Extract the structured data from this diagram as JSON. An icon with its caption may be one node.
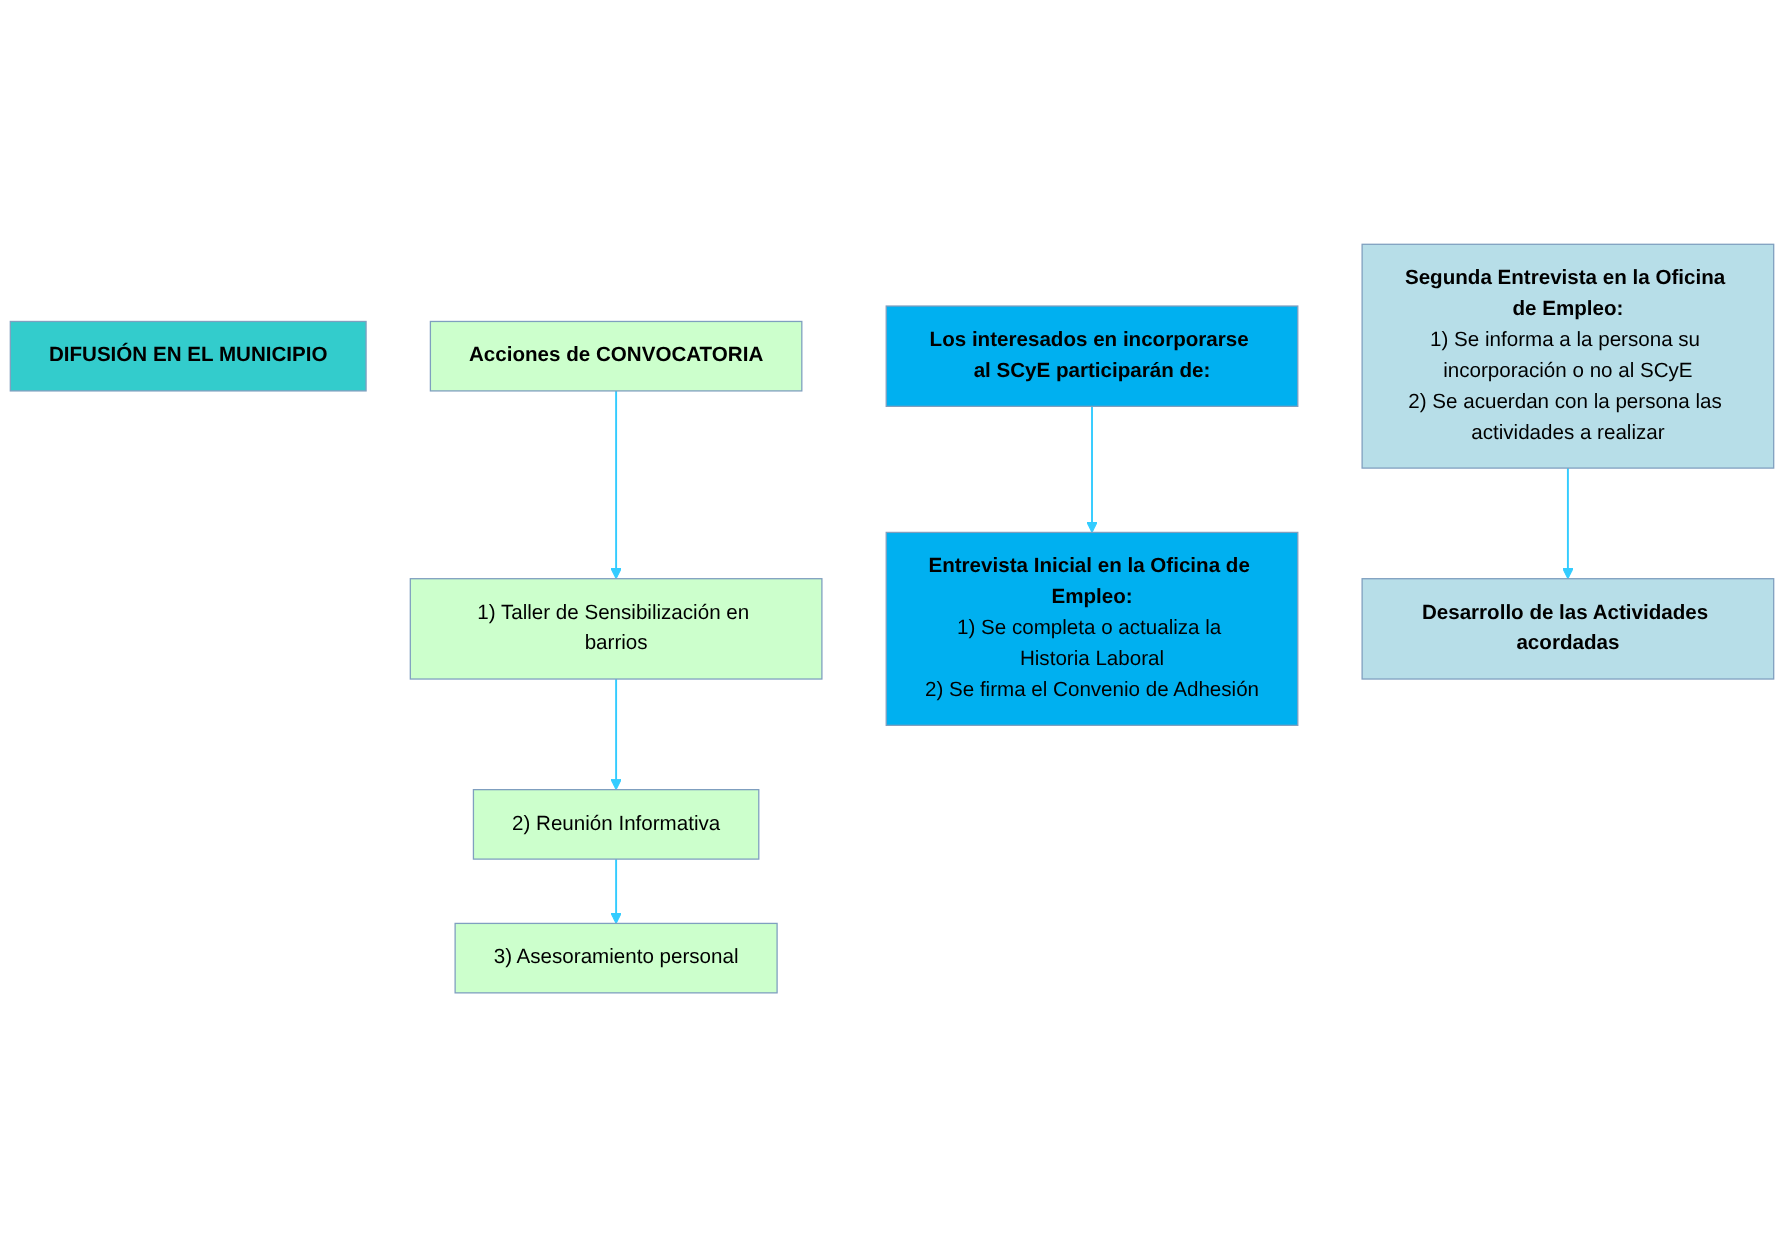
{
  "diagram": {
    "nodes": [
      {
        "text": [
          "DIFUSIÓN EN EL MUNICIPIO"
        ]
      },
      {
        "text": [
          "Acciones de CONVOCATORIA"
        ]
      },
      {
        "text": [
          "1) Taller de Sensibilización en barrios"
        ]
      },
      {
        "text": [
          "2) Reunión Informativa"
        ]
      },
      {
        "text": [
          "3) Asesoramiento personal"
        ]
      },
      {
        "text": [
          "Los interesados en incorporarse al SCyE participarán de:"
        ]
      },
      {
        "text": [
          "Entrevista Inicial en la Oficina de Empleo:",
          "1) Se completa o actualiza la Historia Laboral",
          "2) Se firma el Convenio de Adhesión"
        ]
      },
      {
        "text": [
          "Segunda Entrevista en la Oficina de Empleo:",
          "1) Se informa a la persona su incorporación o no al SCyE",
          "2) Se acuerdan con la persona las actividades a realizar"
        ]
      },
      {
        "text": [
          "Desarrollo de las Actividades acordadas"
        ]
      }
    ],
    "edges": [
      {
        "from": 1,
        "to": 2,
        "arrow": "to"
      },
      {
        "from": 2,
        "to": 3,
        "arrow": "to"
      },
      {
        "from": 3,
        "to": 4,
        "arrow": "to"
      },
      {
        "from": 5,
        "to": 6,
        "arrow": "to"
      },
      {
        "from": 7,
        "to": 8,
        "arrow": "to"
      }
    ]
  }
}
